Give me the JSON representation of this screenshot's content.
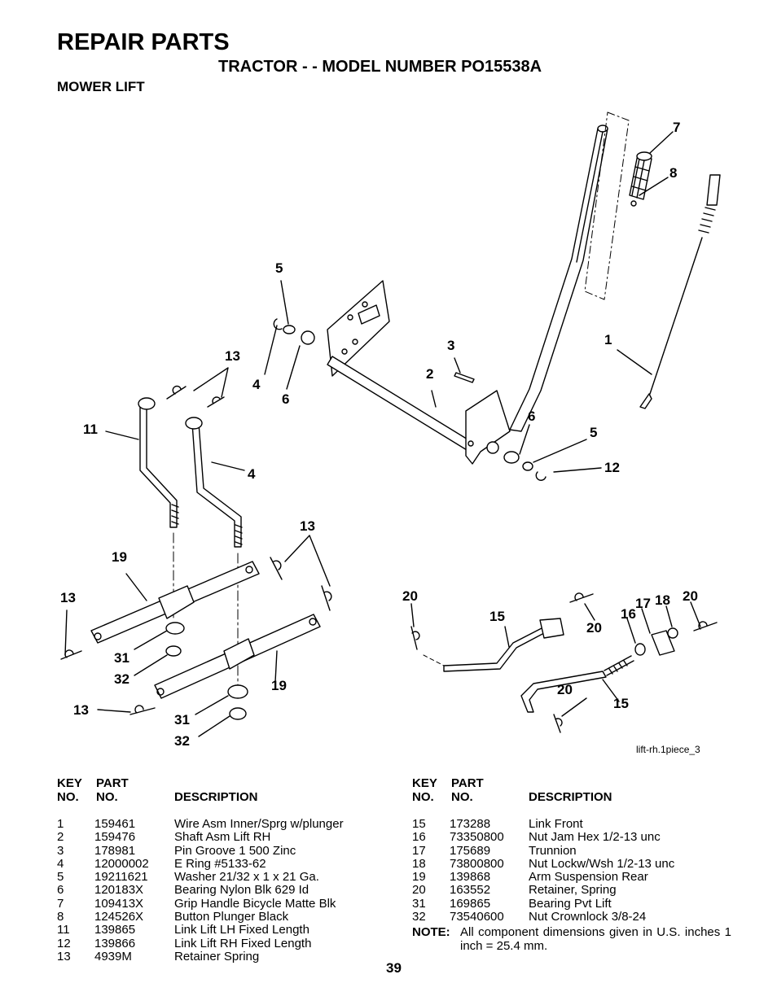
{
  "header": {
    "title": "REPAIR PARTS",
    "subtitle": "TRACTOR - - MODEL NUMBER PO15538A",
    "section": "MOWER LIFT"
  },
  "diagram": {
    "file_ref": "lift-rh.1piece_3",
    "callouts": [
      "7",
      "8",
      "5",
      "1",
      "3",
      "13",
      "2",
      "4",
      "6",
      "6",
      "11",
      "5",
      "4",
      "12",
      "13",
      "19",
      "20",
      "17",
      "18",
      "20",
      "16",
      "13",
      "15",
      "20",
      "31",
      "32",
      "19",
      "20",
      "13",
      "15",
      "31",
      "32"
    ]
  },
  "table_headers": {
    "key_line1": "KEY",
    "key_line2": "NO.",
    "part_line1": "PART",
    "part_line2": "NO.",
    "description": "DESCRIPTION"
  },
  "parts_left": [
    {
      "key": "1",
      "part": "159461",
      "desc": "Wire Asm Inner/Sprg w/plunger"
    },
    {
      "key": "2",
      "part": "159476",
      "desc": "Shaft Asm Lift RH"
    },
    {
      "key": "3",
      "part": "178981",
      "desc": "Pin Groove 1 500 Zinc"
    },
    {
      "key": "4",
      "part": "12000002",
      "desc": "E Ring #5133-62"
    },
    {
      "key": "5",
      "part": "19211621",
      "desc": "Washer 21/32 x 1 x 21 Ga."
    },
    {
      "key": "6",
      "part": "120183X",
      "desc": "Bearing Nylon Blk 629 Id"
    },
    {
      "key": "7",
      "part": "109413X",
      "desc": "Grip Handle Bicycle Matte Blk"
    },
    {
      "key": "8",
      "part": "124526X",
      "desc": "Button Plunger Black"
    },
    {
      "key": "11",
      "part": "139865",
      "desc": "Link Lift LH Fixed Length"
    },
    {
      "key": "12",
      "part": "139866",
      "desc": "Link Lift RH Fixed Length"
    },
    {
      "key": "13",
      "part": "4939M",
      "desc": "Retainer Spring"
    }
  ],
  "parts_right": [
    {
      "key": "15",
      "part": "173288",
      "desc": "Link Front"
    },
    {
      "key": "16",
      "part": "73350800",
      "desc": "Nut Jam Hex 1/2-13 unc"
    },
    {
      "key": "17",
      "part": "175689",
      "desc": "Trunnion"
    },
    {
      "key": "18",
      "part": "73800800",
      "desc": "Nut Lockw/Wsh 1/2-13 unc"
    },
    {
      "key": "19",
      "part": "139868",
      "desc": "Arm Suspension Rear"
    },
    {
      "key": "20",
      "part": "163552",
      "desc": "Retainer, Spring"
    },
    {
      "key": "31",
      "part": "169865",
      "desc": "Bearing Pvt Lift"
    },
    {
      "key": "32",
      "part": "73540600",
      "desc": "Nut Crownlock 3/8-24"
    }
  ],
  "note": {
    "label": "NOTE:",
    "text": "All component dimensions given in U.S. inches 1 inch = 25.4 mm."
  },
  "page_number": "39"
}
